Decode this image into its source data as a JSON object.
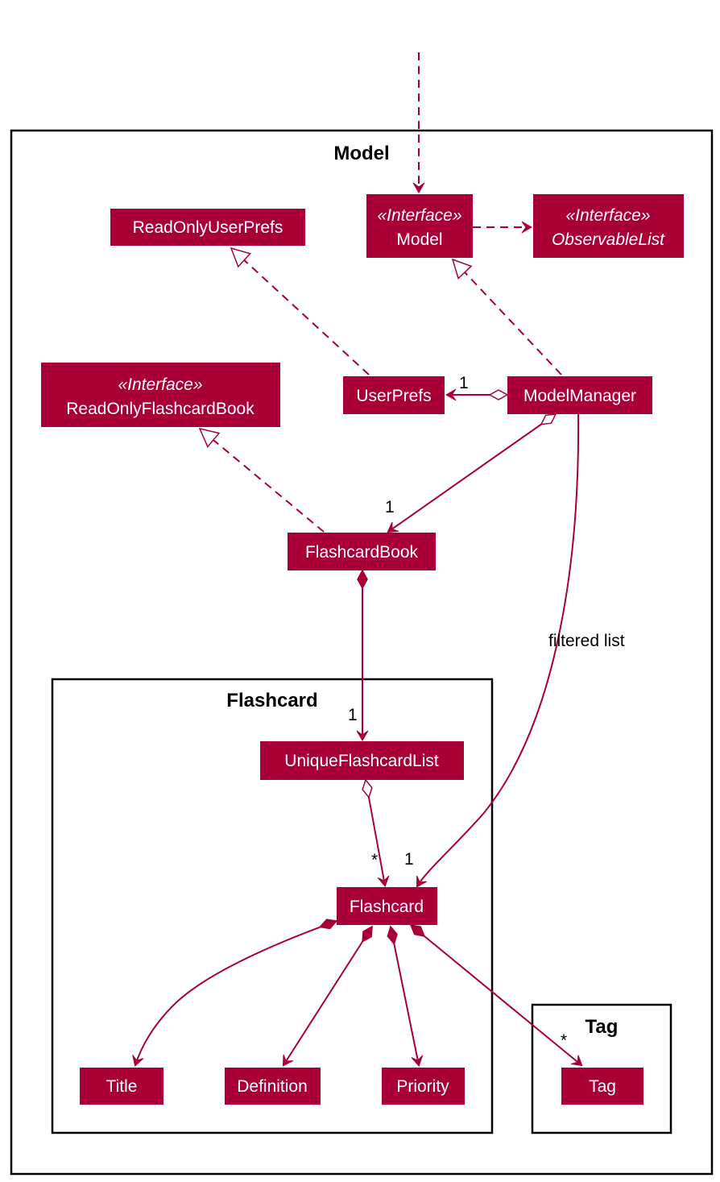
{
  "packages": {
    "model": {
      "title": "Model"
    },
    "flashcard": {
      "title": "Flashcard"
    },
    "tag": {
      "title": "Tag"
    }
  },
  "classes": {
    "read_only_user_prefs": {
      "name": "ReadOnlyUserPrefs"
    },
    "model": {
      "stereotype": "«Interface»",
      "name": "Model"
    },
    "observable_list": {
      "stereotype": "«Interface»",
      "name": "ObservableList"
    },
    "read_only_flashcard_book": {
      "stereotype": "«Interface»",
      "name": "ReadOnlyFlashcardBook"
    },
    "user_prefs": {
      "name": "UserPrefs"
    },
    "model_manager": {
      "name": "ModelManager"
    },
    "flashcard_book": {
      "name": "FlashcardBook"
    },
    "unique_flashcard_list": {
      "name": "UniqueFlashcardList"
    },
    "flashcard": {
      "name": "Flashcard"
    },
    "title": {
      "name": "Title"
    },
    "definition": {
      "name": "Definition"
    },
    "priority": {
      "name": "Priority"
    },
    "tag": {
      "name": "Tag"
    }
  },
  "multiplicities": {
    "user_prefs": "1",
    "flashcard_book": "1",
    "unique_flashcard_list": "1",
    "flashcard_many": "*",
    "flashcard_filtered": "1",
    "tag_many": "*"
  },
  "edge_labels": {
    "filtered_list": "filtered list"
  },
  "colors": {
    "class_fill": "#A80036",
    "edge": "#A80036",
    "package_border": "#000000"
  }
}
